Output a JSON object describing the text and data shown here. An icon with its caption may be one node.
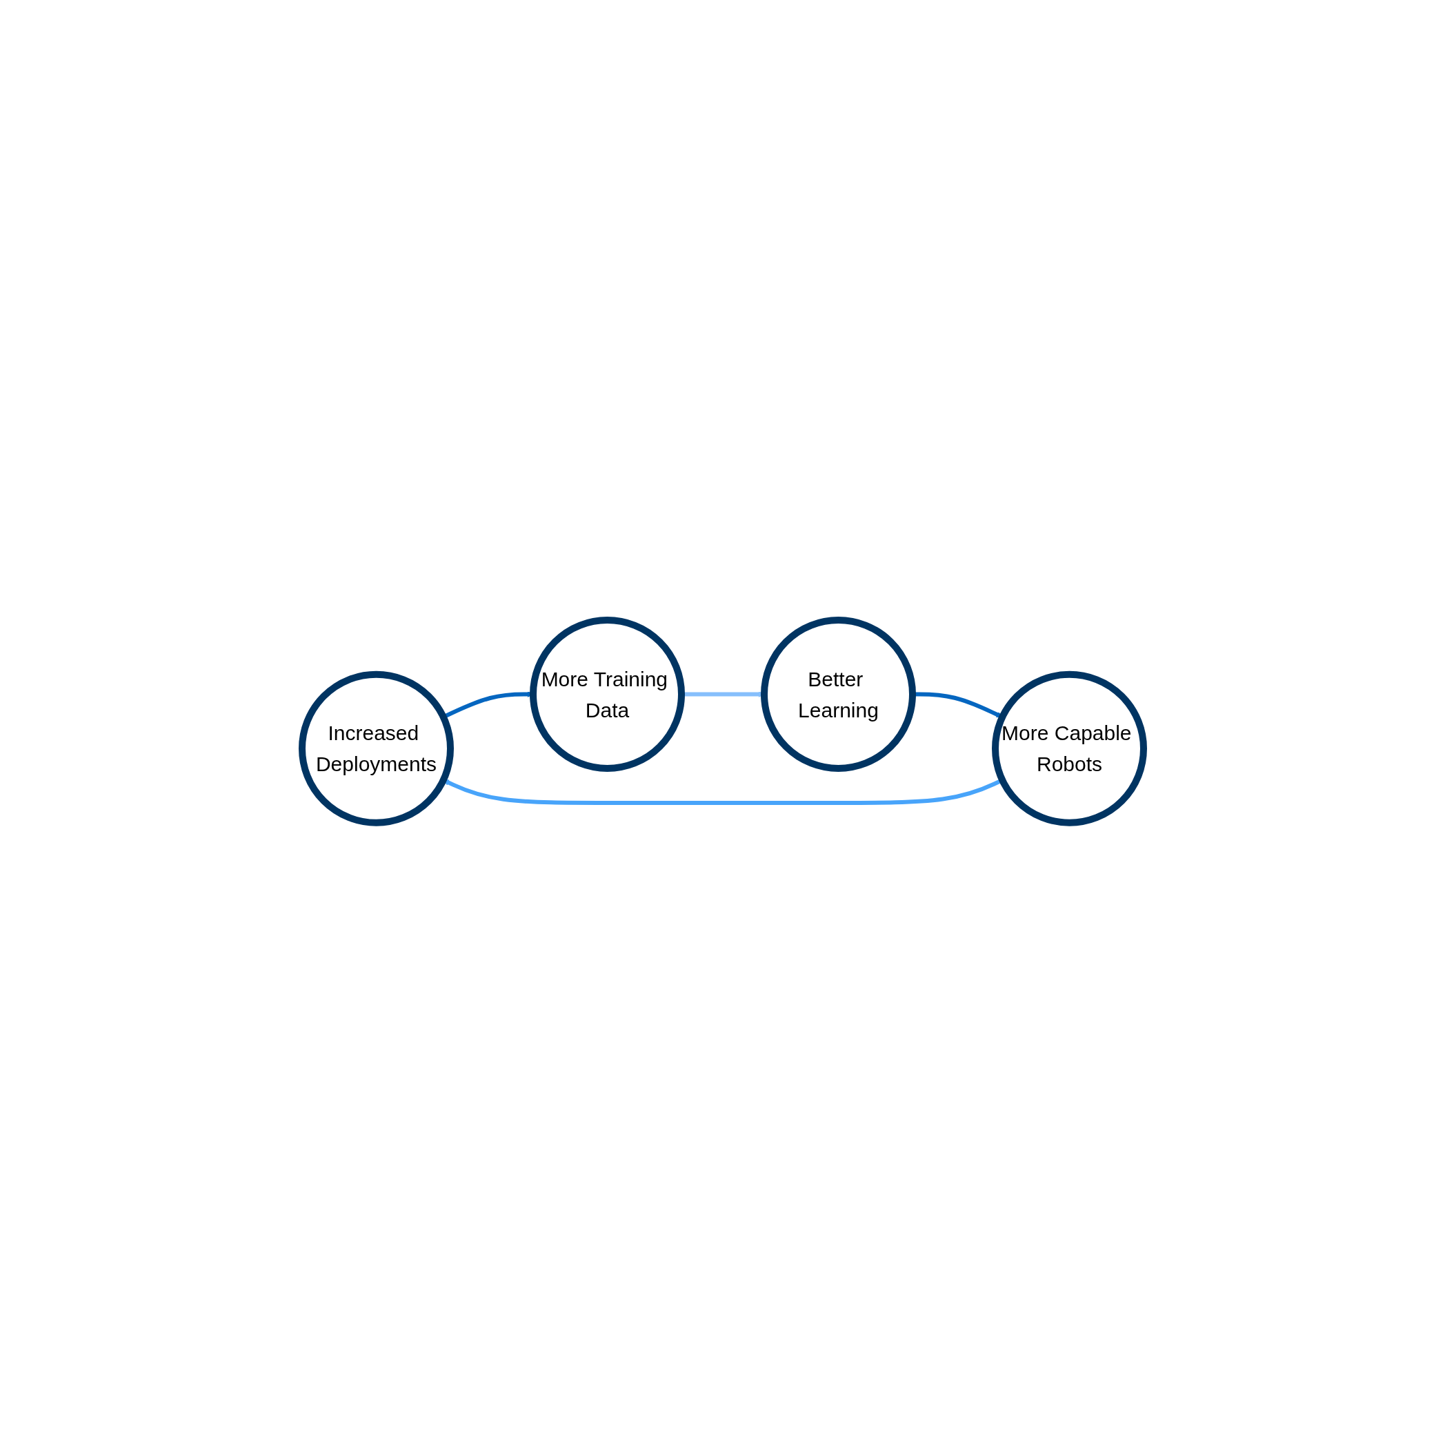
{
  "diagram": {
    "nodes": [
      {
        "text": [
          "Increased Deployments"
        ]
      },
      {
        "text": [
          "More Training Data"
        ]
      },
      {
        "text": [
          "More Capable Robots"
        ]
      },
      {
        "text": [
          "Better Learning"
        ]
      }
    ],
    "edges": [
      {
        "from": 0,
        "to": 1,
        "arrow": "to"
      },
      {
        "from": 1,
        "to": 3,
        "arrow": "to",
        "color": "#86bffc"
      },
      {
        "from": 3,
        "to": 2,
        "arrow": "to"
      },
      {
        "from": 2,
        "to": 0,
        "arrow": "to",
        "color": "#48a4fa"
      }
    ]
  }
}
